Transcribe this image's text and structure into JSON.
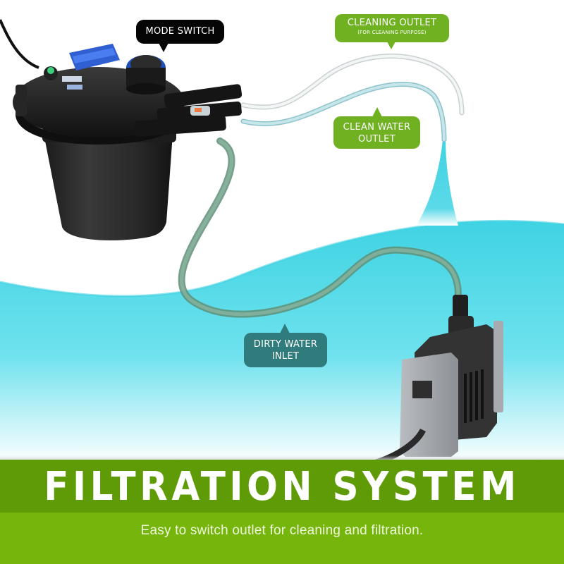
{
  "callouts": {
    "mode_switch": {
      "label": "MODE SWITCH"
    },
    "cleaning_outlet": {
      "label": "CLEANING OUTLET",
      "sublabel": "(FOR CLEANING PURPOSE)"
    },
    "clean_water_outlet": {
      "line1": "CLEAN WATER",
      "line2": "OUTLET"
    },
    "dirty_water_inlet": {
      "line1": "DIRTY WATER",
      "line2": "INLET"
    }
  },
  "banner": {
    "title": "FILTRATION SYSTEM",
    "subtitle": "Easy to switch outlet for cleaning and filtration."
  },
  "colors": {
    "label_green": "#6fb120",
    "label_teal": "#307c7c",
    "label_black": "#050505",
    "banner_dark_green": "#5f9b07",
    "banner_light_green": "#76b50c",
    "water_cyan": "#4fdbe8"
  }
}
